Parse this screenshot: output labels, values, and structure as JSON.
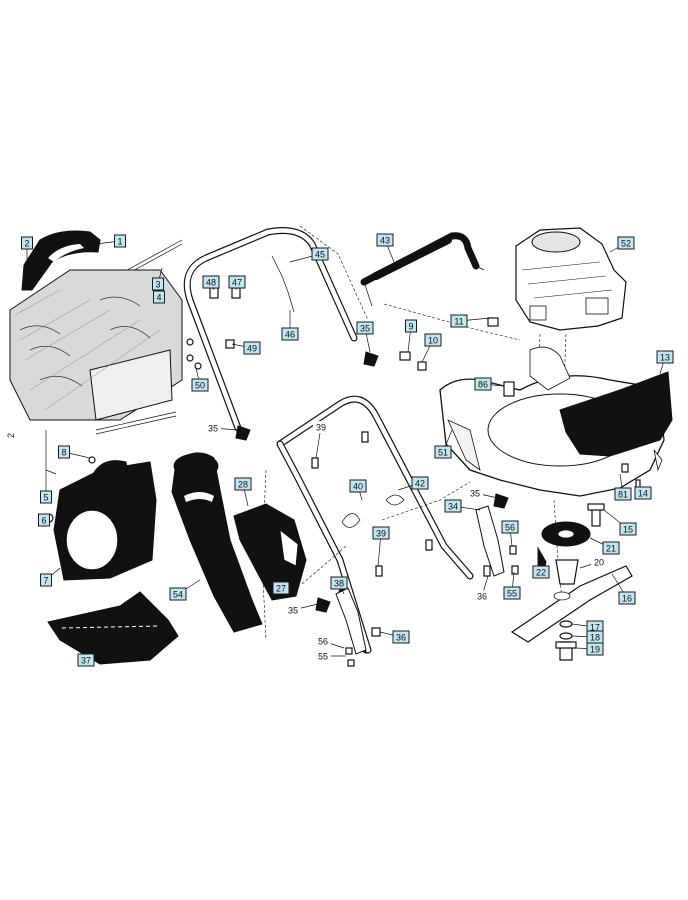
{
  "page_mark": "2",
  "callouts": [
    {
      "id": "c1",
      "text": "1",
      "boxed": true
    },
    {
      "id": "c2",
      "text": "2",
      "boxed": true
    },
    {
      "id": "c3",
      "text": "3",
      "boxed": true
    },
    {
      "id": "c4",
      "text": "4",
      "boxed": true
    },
    {
      "id": "c5",
      "text": "5",
      "boxed": true
    },
    {
      "id": "c6",
      "text": "6",
      "boxed": true
    },
    {
      "id": "c7",
      "text": "7",
      "boxed": true
    },
    {
      "id": "c8",
      "text": "8",
      "boxed": true
    },
    {
      "id": "c9",
      "text": "9",
      "boxed": true
    },
    {
      "id": "c10",
      "text": "10",
      "boxed": true
    },
    {
      "id": "c11",
      "text": "11",
      "boxed": true
    },
    {
      "id": "c13",
      "text": "13",
      "boxed": true
    },
    {
      "id": "c14",
      "text": "14",
      "boxed": true
    },
    {
      "id": "c15",
      "text": "15",
      "boxed": true
    },
    {
      "id": "c16",
      "text": "16",
      "boxed": true
    },
    {
      "id": "c17",
      "text": "17",
      "boxed": true
    },
    {
      "id": "c18",
      "text": "18",
      "boxed": true
    },
    {
      "id": "c19",
      "text": "19",
      "boxed": true
    },
    {
      "id": "c20",
      "text": "20",
      "boxed": false
    },
    {
      "id": "c21",
      "text": "21",
      "boxed": true
    },
    {
      "id": "c22",
      "text": "22",
      "boxed": true
    },
    {
      "id": "c27",
      "text": "27",
      "boxed": true
    },
    {
      "id": "c28",
      "text": "28",
      "boxed": true
    },
    {
      "id": "c34",
      "text": "34",
      "boxed": true
    },
    {
      "id": "c35a",
      "text": "35",
      "boxed": true
    },
    {
      "id": "c35b",
      "text": "35",
      "boxed": false
    },
    {
      "id": "c35c",
      "text": "35",
      "boxed": false
    },
    {
      "id": "c35d",
      "text": "35",
      "boxed": false
    },
    {
      "id": "c36a",
      "text": "36",
      "boxed": false
    },
    {
      "id": "c36b",
      "text": "36",
      "boxed": true
    },
    {
      "id": "c37",
      "text": "37",
      "boxed": true
    },
    {
      "id": "c38",
      "text": "38",
      "boxed": true
    },
    {
      "id": "c39a",
      "text": "39",
      "boxed": false
    },
    {
      "id": "c39b",
      "text": "39",
      "boxed": true
    },
    {
      "id": "c40",
      "text": "40",
      "boxed": true
    },
    {
      "id": "c42",
      "text": "42",
      "boxed": true
    },
    {
      "id": "c43",
      "text": "43",
      "boxed": true
    },
    {
      "id": "c45",
      "text": "45",
      "boxed": true
    },
    {
      "id": "c46",
      "text": "46",
      "boxed": true
    },
    {
      "id": "c47",
      "text": "47",
      "boxed": true
    },
    {
      "id": "c48",
      "text": "48",
      "boxed": true
    },
    {
      "id": "c49",
      "text": "49",
      "boxed": true
    },
    {
      "id": "c50",
      "text": "50",
      "boxed": true
    },
    {
      "id": "c51",
      "text": "51",
      "boxed": true
    },
    {
      "id": "c52",
      "text": "52",
      "boxed": true
    },
    {
      "id": "c54",
      "text": "54",
      "boxed": true
    },
    {
      "id": "c55a",
      "text": "55",
      "boxed": true
    },
    {
      "id": "c55b",
      "text": "55",
      "boxed": false
    },
    {
      "id": "c56a",
      "text": "56",
      "boxed": true
    },
    {
      "id": "c56b",
      "text": "56",
      "boxed": false
    },
    {
      "id": "c81",
      "text": "81",
      "boxed": true
    },
    {
      "id": "c86",
      "text": "86",
      "boxed": true
    }
  ]
}
